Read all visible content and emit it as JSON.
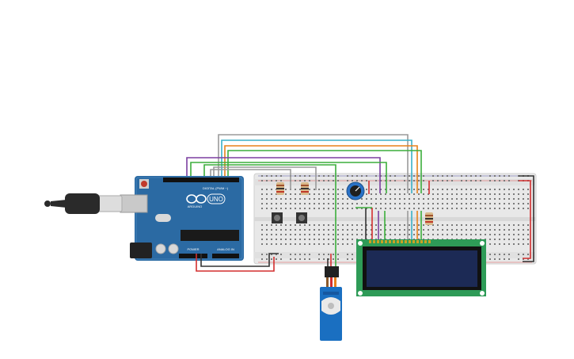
{
  "arduino": {
    "brand": "ARDUINO",
    "model": "UNO",
    "digital_label": "DIGITAL (PWM ~)",
    "power_label": "POWER",
    "analog_label": "ANALOG IN"
  },
  "colors": {
    "board": "#2b6aa3",
    "breadboard": "#e6e6e6",
    "lcd_pcb": "#2e9b57",
    "lcd_screen": "#1c2a55",
    "servo": "#1a6fc1",
    "wire_red": "#d32f2f",
    "wire_black": "#333333",
    "wire_green": "#3cae3c",
    "wire_orange": "#e8811a",
    "wire_purple": "#7b3fa0",
    "wire_gray": "#9a9a9a",
    "wire_cyan": "#3ab0c8"
  },
  "icons": {
    "usb": "usb-cable-icon",
    "servo": "servo-motor-icon",
    "potentiometer": "potentiometer-icon"
  }
}
